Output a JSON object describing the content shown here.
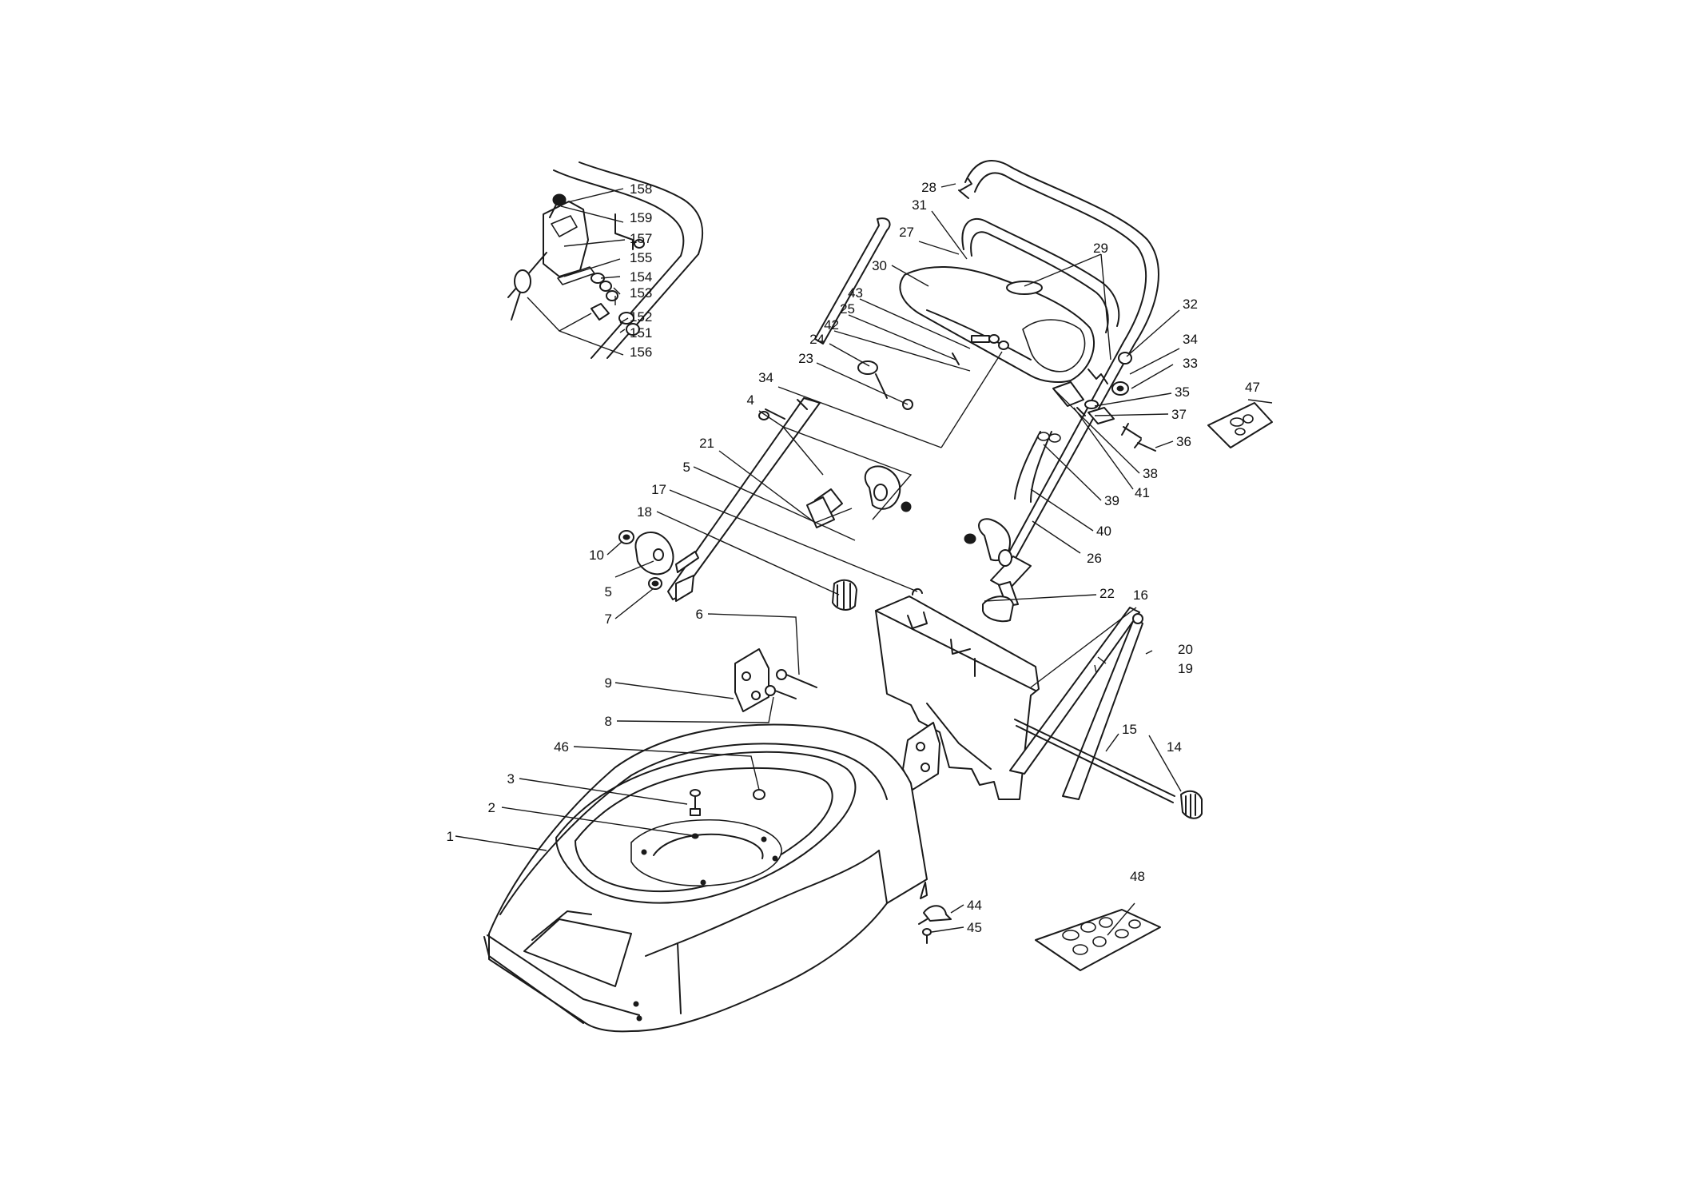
{
  "labels": {
    "p1": "1",
    "p2": "2",
    "p3": "3",
    "p4": "4",
    "p5a": "5",
    "p5b": "5",
    "p6": "6",
    "p7": "7",
    "p8": "8",
    "p9": "9",
    "p10": "10",
    "p14": "14",
    "p15": "15",
    "p16": "16",
    "p17": "17",
    "p18": "18",
    "p19": "19",
    "p20": "20",
    "p21": "21",
    "p22": "22",
    "p23": "23",
    "p24": "24",
    "p25": "25",
    "p26": "26",
    "p27": "27",
    "p28": "28",
    "p29": "29",
    "p30": "30",
    "p31": "31",
    "p32": "32",
    "p33": "33",
    "p34a": "34",
    "p34b": "34",
    "p35": "35",
    "p36": "36",
    "p37": "37",
    "p38": "38",
    "p39": "39",
    "p40": "40",
    "p41": "41",
    "p42": "42",
    "p43": "43",
    "p44": "44",
    "p45": "45",
    "p46": "46",
    "p47": "47",
    "p48": "48",
    "p151": "151",
    "p152": "152",
    "p153": "153",
    "p154": "154",
    "p155": "155",
    "p156": "156",
    "p157": "157",
    "p158": "158",
    "p159": "159"
  }
}
